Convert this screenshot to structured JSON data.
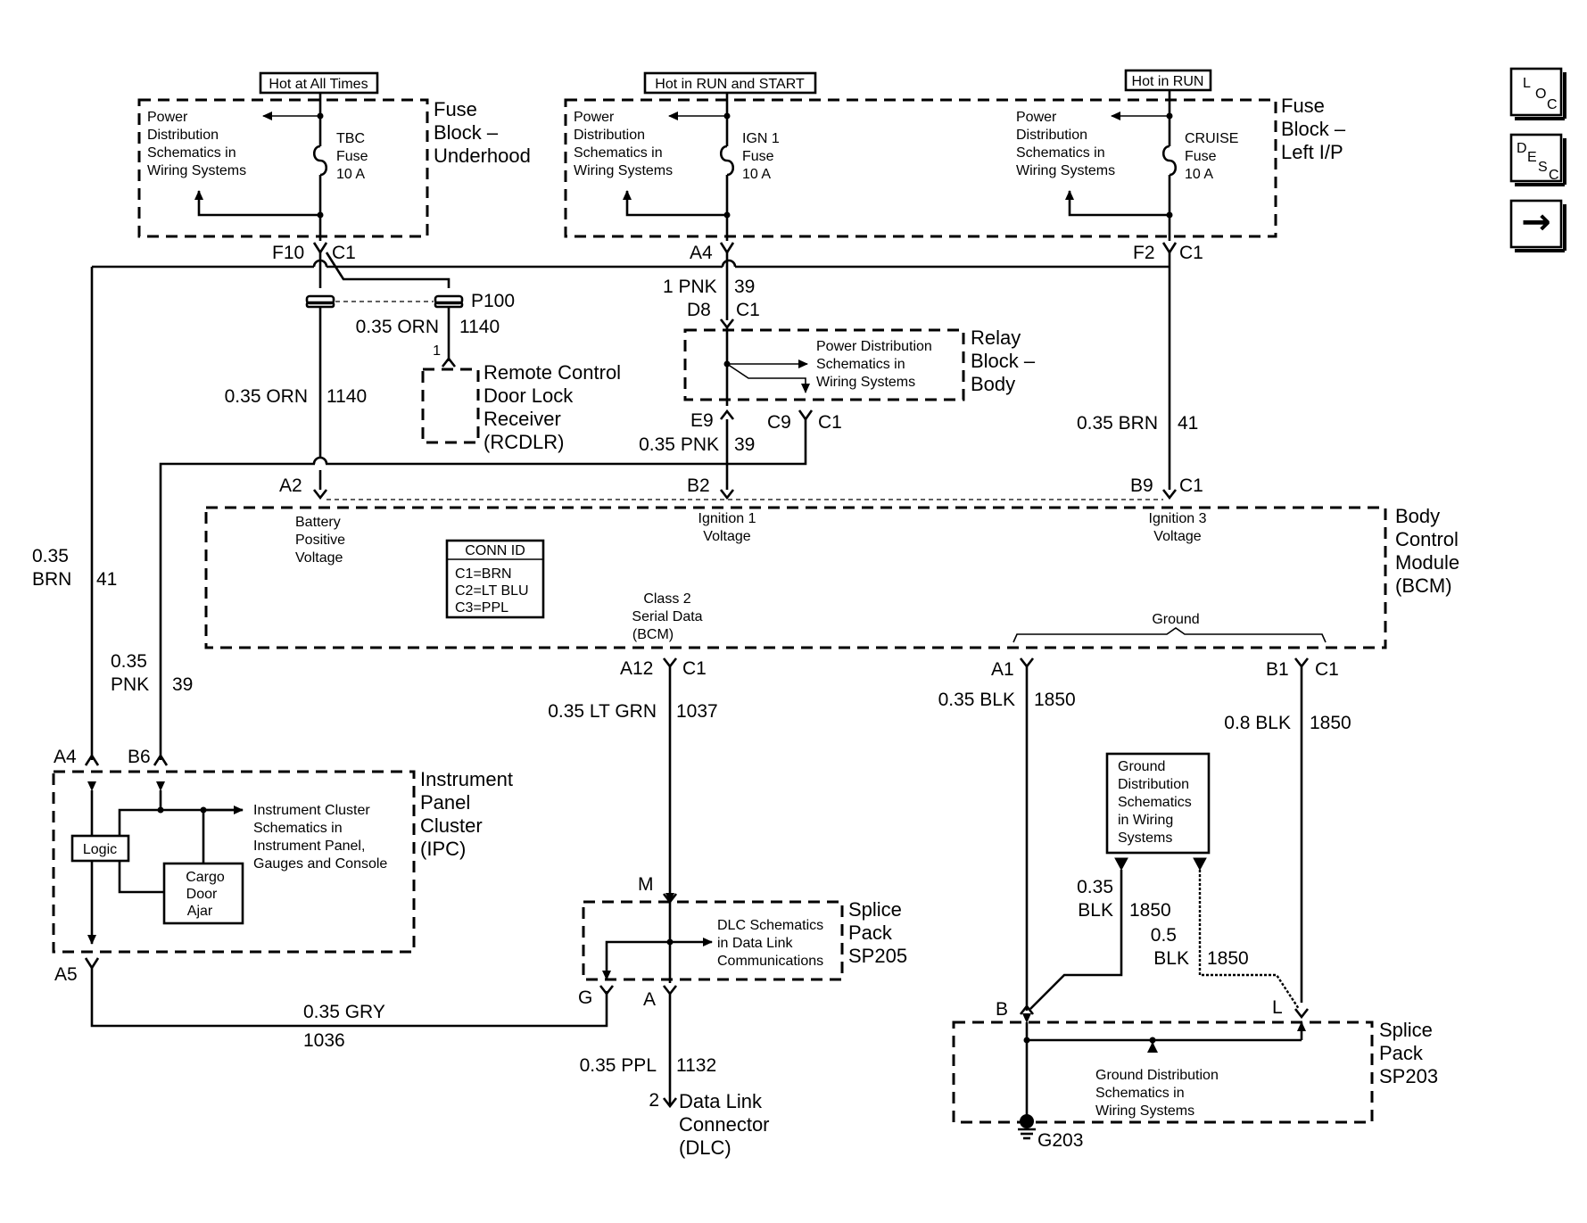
{
  "hot": {
    "all_times": "Hot at All Times",
    "run_start": "Hot in RUN and START",
    "run": "Hot in RUN"
  },
  "power_dist": [
    "Power",
    "Distribution",
    "Schematics in",
    "Wiring Systems"
  ],
  "fuse_underhood": {
    "title": [
      "Fuse",
      "Block –",
      "Underhood"
    ],
    "fuse": [
      "TBC",
      "Fuse",
      "10 A"
    ]
  },
  "fuse_ign": [
    "IGN 1",
    "Fuse",
    "10 A"
  ],
  "fuse_cruise": [
    "CRUISE",
    "Fuse",
    "10 A"
  ],
  "fuse_left_ip": [
    "Fuse",
    "Block –",
    "Left I/P"
  ],
  "connectors": {
    "f10": "F10",
    "c1_f10": "C1",
    "a4_top": "A4",
    "f2": "F2",
    "c1_f2": "C1",
    "d8": "D8",
    "c1_d8": "C1",
    "e9": "E9",
    "c9": "C9",
    "c1_e9": "C1",
    "a2": "A2",
    "b2": "B2",
    "b9": "B9",
    "c1_b9": "C1",
    "a12": "A12",
    "c1_a12": "C1",
    "a1": "A1",
    "b1": "B1",
    "c1_b1": "C1",
    "a4_ipc": "A4",
    "b6": "B6",
    "a5": "A5",
    "m": "M",
    "g": "G",
    "a_sp205": "A",
    "b_sp203": "B",
    "l_sp203": "L",
    "rcdlr_pin": "1",
    "dlc_pin": "2"
  },
  "wires": {
    "pnk_39_top": [
      "1 PNK",
      "39"
    ],
    "orn_splice": [
      "0.35 ORN",
      "1140"
    ],
    "orn_main": [
      "0.35 ORN",
      "1140"
    ],
    "pnk_39_mid": [
      "0.35 PNK",
      "39"
    ],
    "brn_41_right": [
      "0.35 BRN",
      "41"
    ],
    "brn_41_left": [
      "0.35",
      "BRN",
      "41"
    ],
    "pnk_39_left": [
      "0.35",
      "PNK",
      "39"
    ],
    "lt_grn_1037": [
      "0.35 LT GRN",
      "1037"
    ],
    "blk_1850_a1": [
      "0.35 BLK",
      "1850"
    ],
    "blk_1850_b1": [
      "0.8 BLK",
      "1850"
    ],
    "blk_1850_gd1": [
      "0.35",
      "BLK",
      "1850"
    ],
    "blk_1850_gd2": [
      "0.5",
      "BLK",
      "1850"
    ],
    "gry_1036": [
      "0.35 GRY",
      "1036"
    ],
    "ppl_1132": [
      "0.35 PPL",
      "1132"
    ]
  },
  "p100": "P100",
  "rcdlr": [
    "Remote Control",
    "Door Lock",
    "Receiver",
    "(RCDLR)"
  ],
  "relay_block": {
    "title": [
      "Relay",
      "Block –",
      "Body"
    ],
    "inner": [
      "Power Distribution",
      "Schematics in",
      "Wiring Systems"
    ]
  },
  "bcm": {
    "title": [
      "Body",
      "Control",
      "Module",
      "(BCM)"
    ],
    "battery": [
      "Battery",
      "Positive",
      "Voltage"
    ],
    "ign1": [
      "Ignition 1",
      "Voltage"
    ],
    "ign3": [
      "Ignition 3",
      "Voltage"
    ],
    "serial": [
      "Class 2",
      "Serial Data",
      "(BCM)"
    ],
    "ground": "Ground",
    "conn_id": [
      "CONN ID",
      "C1=BRN",
      "C2=LT BLU",
      "C3=PPL"
    ]
  },
  "ipc": {
    "title": [
      "Instrument",
      "Panel",
      "Cluster",
      "(IPC)"
    ],
    "logic": "Logic",
    "cargo": [
      "Cargo",
      "Door",
      "Ajar"
    ],
    "schem": [
      "Instrument Cluster",
      "Schematics in",
      "Instrument Panel,",
      "Gauges and Console"
    ]
  },
  "sp205": {
    "title": [
      "Splice",
      "Pack",
      "SP205"
    ],
    "inner": [
      "DLC Schematics",
      "in Data Link",
      "Communications"
    ]
  },
  "dlc": [
    "Data Link",
    "Connector",
    "(DLC)"
  ],
  "ground_dist_box": [
    "Ground",
    "Distribution",
    "Schematics",
    "in Wiring",
    "Systems"
  ],
  "sp203": {
    "title": [
      "Splice",
      "Pack",
      "SP203"
    ],
    "inner": [
      "Ground Distribution",
      "Schematics in",
      "Wiring Systems"
    ]
  },
  "g203": "G203",
  "nav": {
    "loc": [
      "L",
      "O",
      "C"
    ],
    "desc": [
      "D",
      "E",
      "S",
      "C"
    ],
    "arrow": "→"
  }
}
